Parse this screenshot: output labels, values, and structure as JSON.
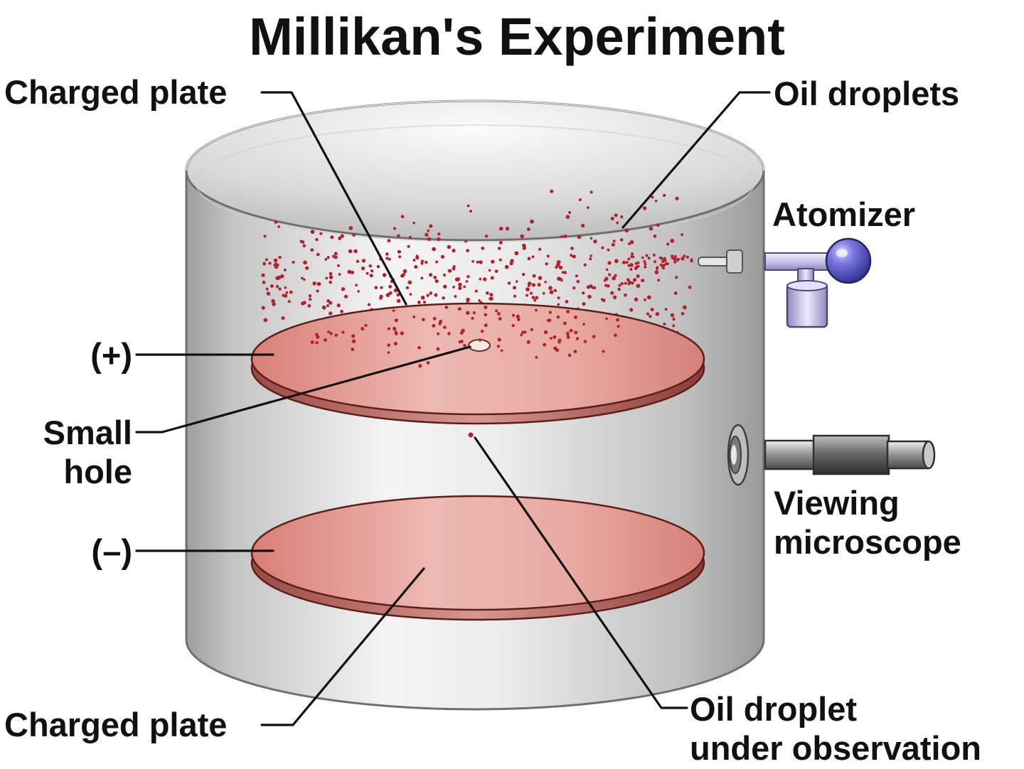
{
  "title": "Millikan's Experiment",
  "labels": {
    "charged_plate_top": "Charged plate",
    "oil_droplets": "Oil droplets",
    "atomizer": "Atomizer",
    "positive": "(+)",
    "small_hole_line1": "Small",
    "small_hole_line2": "hole",
    "negative": "(–)",
    "viewing_line1": "Viewing",
    "viewing_line2": "microscope",
    "charged_plate_bottom": "Charged plate",
    "observed_line1": "Oil droplet",
    "observed_line2": "under observation"
  },
  "colors": {
    "cylinder": "#c9c9c9",
    "plate": "#e2a29c",
    "plate_edge": "#8e3a34",
    "droplet": "#b3202c",
    "atomizer_bulb": "#5a58c8",
    "atomizer_tube": "#c8c4e8",
    "microscope": "#7a7a7a"
  },
  "icons": {
    "atomizer": "atomizer-icon",
    "microscope": "microscope-icon"
  }
}
